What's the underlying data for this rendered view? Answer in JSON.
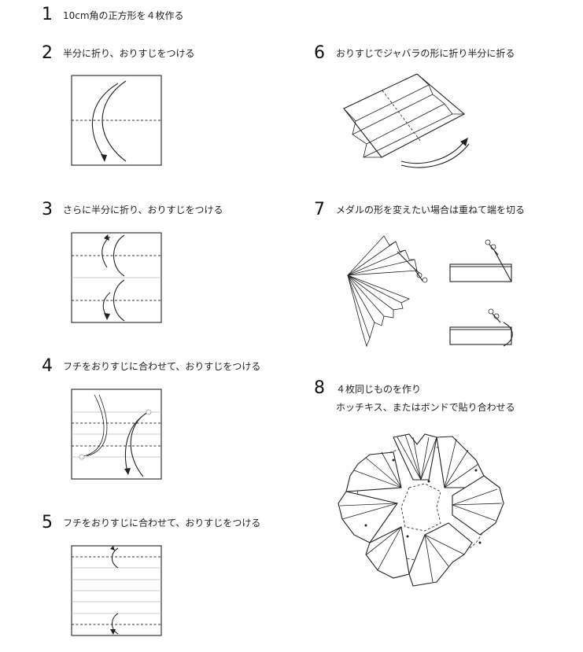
{
  "steps": [
    {
      "num": "1",
      "text": "10cm角の正方形を４枚作る"
    },
    {
      "num": "2",
      "text": "半分に折り、おりすじをつける"
    },
    {
      "num": "3",
      "text": "さらに半分に折り、おりすじをつける"
    },
    {
      "num": "4",
      "text": "フチをおりすじに合わせて、おりすじをつける"
    },
    {
      "num": "5",
      "text": "フチをおりすじに合わせて、おりすじをつける"
    },
    {
      "num": "6",
      "text": "おりすじでジャバラの形に折り半分に折る"
    },
    {
      "num": "7",
      "text": "メダルの形を変えたい場合は重ねて端を切る"
    },
    {
      "num": "8",
      "text": "４枚同じものを作り",
      "text2": "ホッチキス、またはボンドで貼り合わせる"
    }
  ],
  "icons": {
    "scissors": "scissors-icon",
    "fold_arrow": "curved-arrow-icon"
  }
}
